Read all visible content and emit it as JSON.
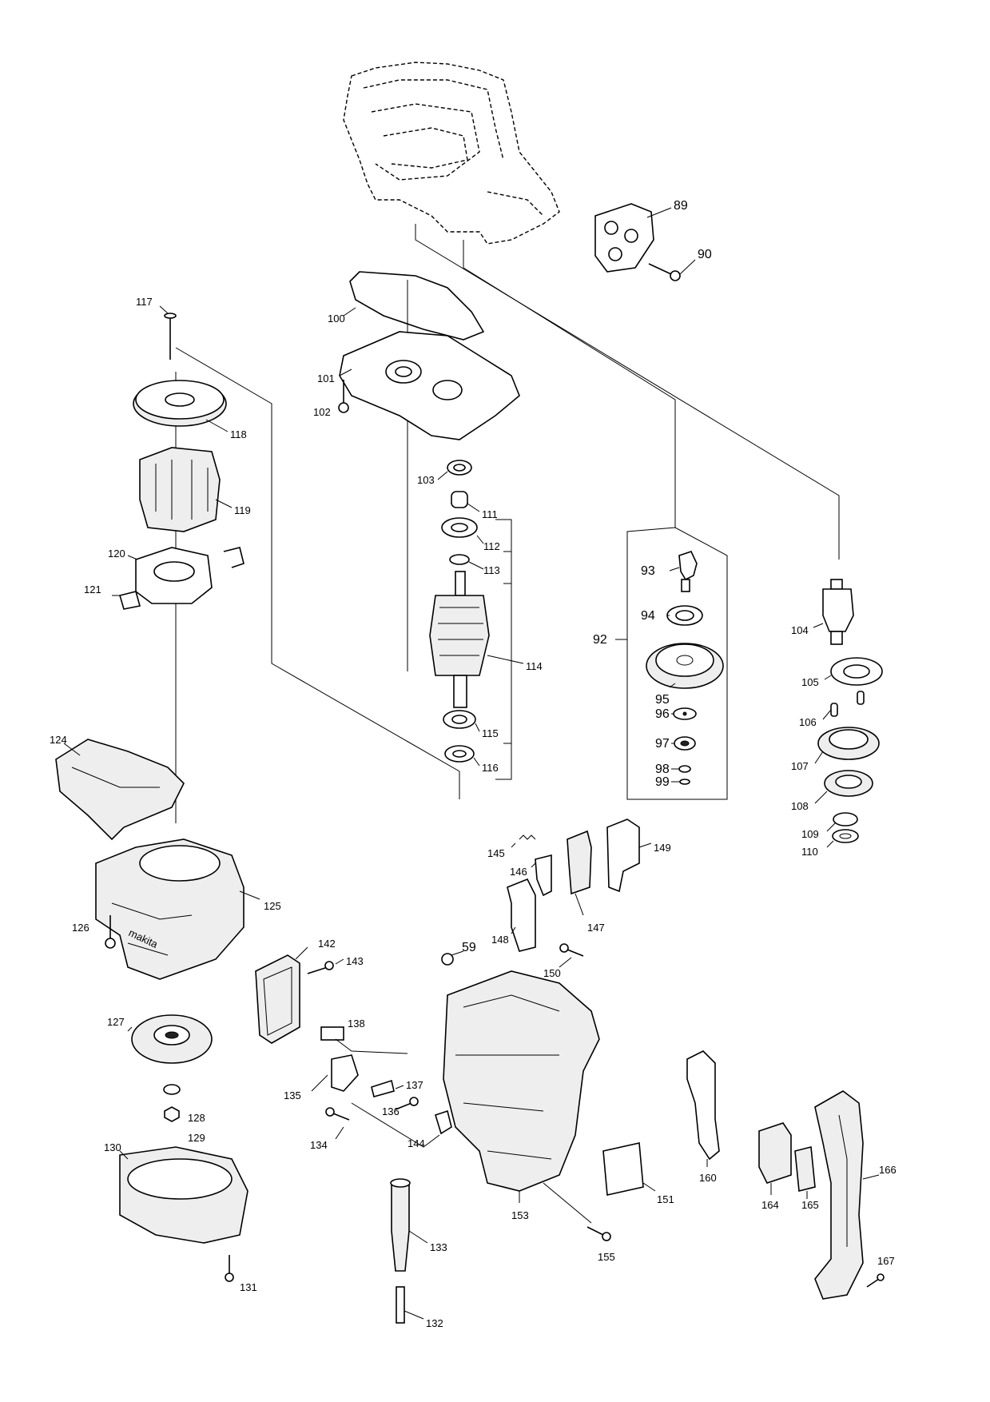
{
  "parts": {
    "p59": "59",
    "p89": "89",
    "p90": "90",
    "p92": "92",
    "p93": "93",
    "p94": "94",
    "p95": "95",
    "p96": "96",
    "p97": "97",
    "p98": "98",
    "p99": "99",
    "p100": "100",
    "p101": "101",
    "p102": "102",
    "p103": "103",
    "p104": "104",
    "p105": "105",
    "p106": "106",
    "p107": "107",
    "p108": "108",
    "p109": "109",
    "p110": "110",
    "p111": "111",
    "p112": "112",
    "p113": "113",
    "p114": "114",
    "p115": "115",
    "p116": "116",
    "p117": "117",
    "p118": "118",
    "p119": "119",
    "p120": "120",
    "p121": "121",
    "p124": "124",
    "p125": "125",
    "p126": "126",
    "p127": "127",
    "p128": "128",
    "p129": "129",
    "p130": "130",
    "p131": "131",
    "p132": "132",
    "p133": "133",
    "p134": "134",
    "p135": "135",
    "p136": "136",
    "p137": "137",
    "p138": "138",
    "p142": "142",
    "p143": "143",
    "p144": "144",
    "p145": "145",
    "p146": "146",
    "p147": "147",
    "p148": "148",
    "p149": "149",
    "p150": "150",
    "p151": "151",
    "p153": "153",
    "p155": "155",
    "p160": "160",
    "p164": "164",
    "p165": "165",
    "p166": "166",
    "p167": "167"
  },
  "logo_text": "makita",
  "icons": {
    "screw": "screw-icon",
    "bearing": "bearing-icon",
    "gear": "gear-icon",
    "fan": "fan-icon"
  }
}
